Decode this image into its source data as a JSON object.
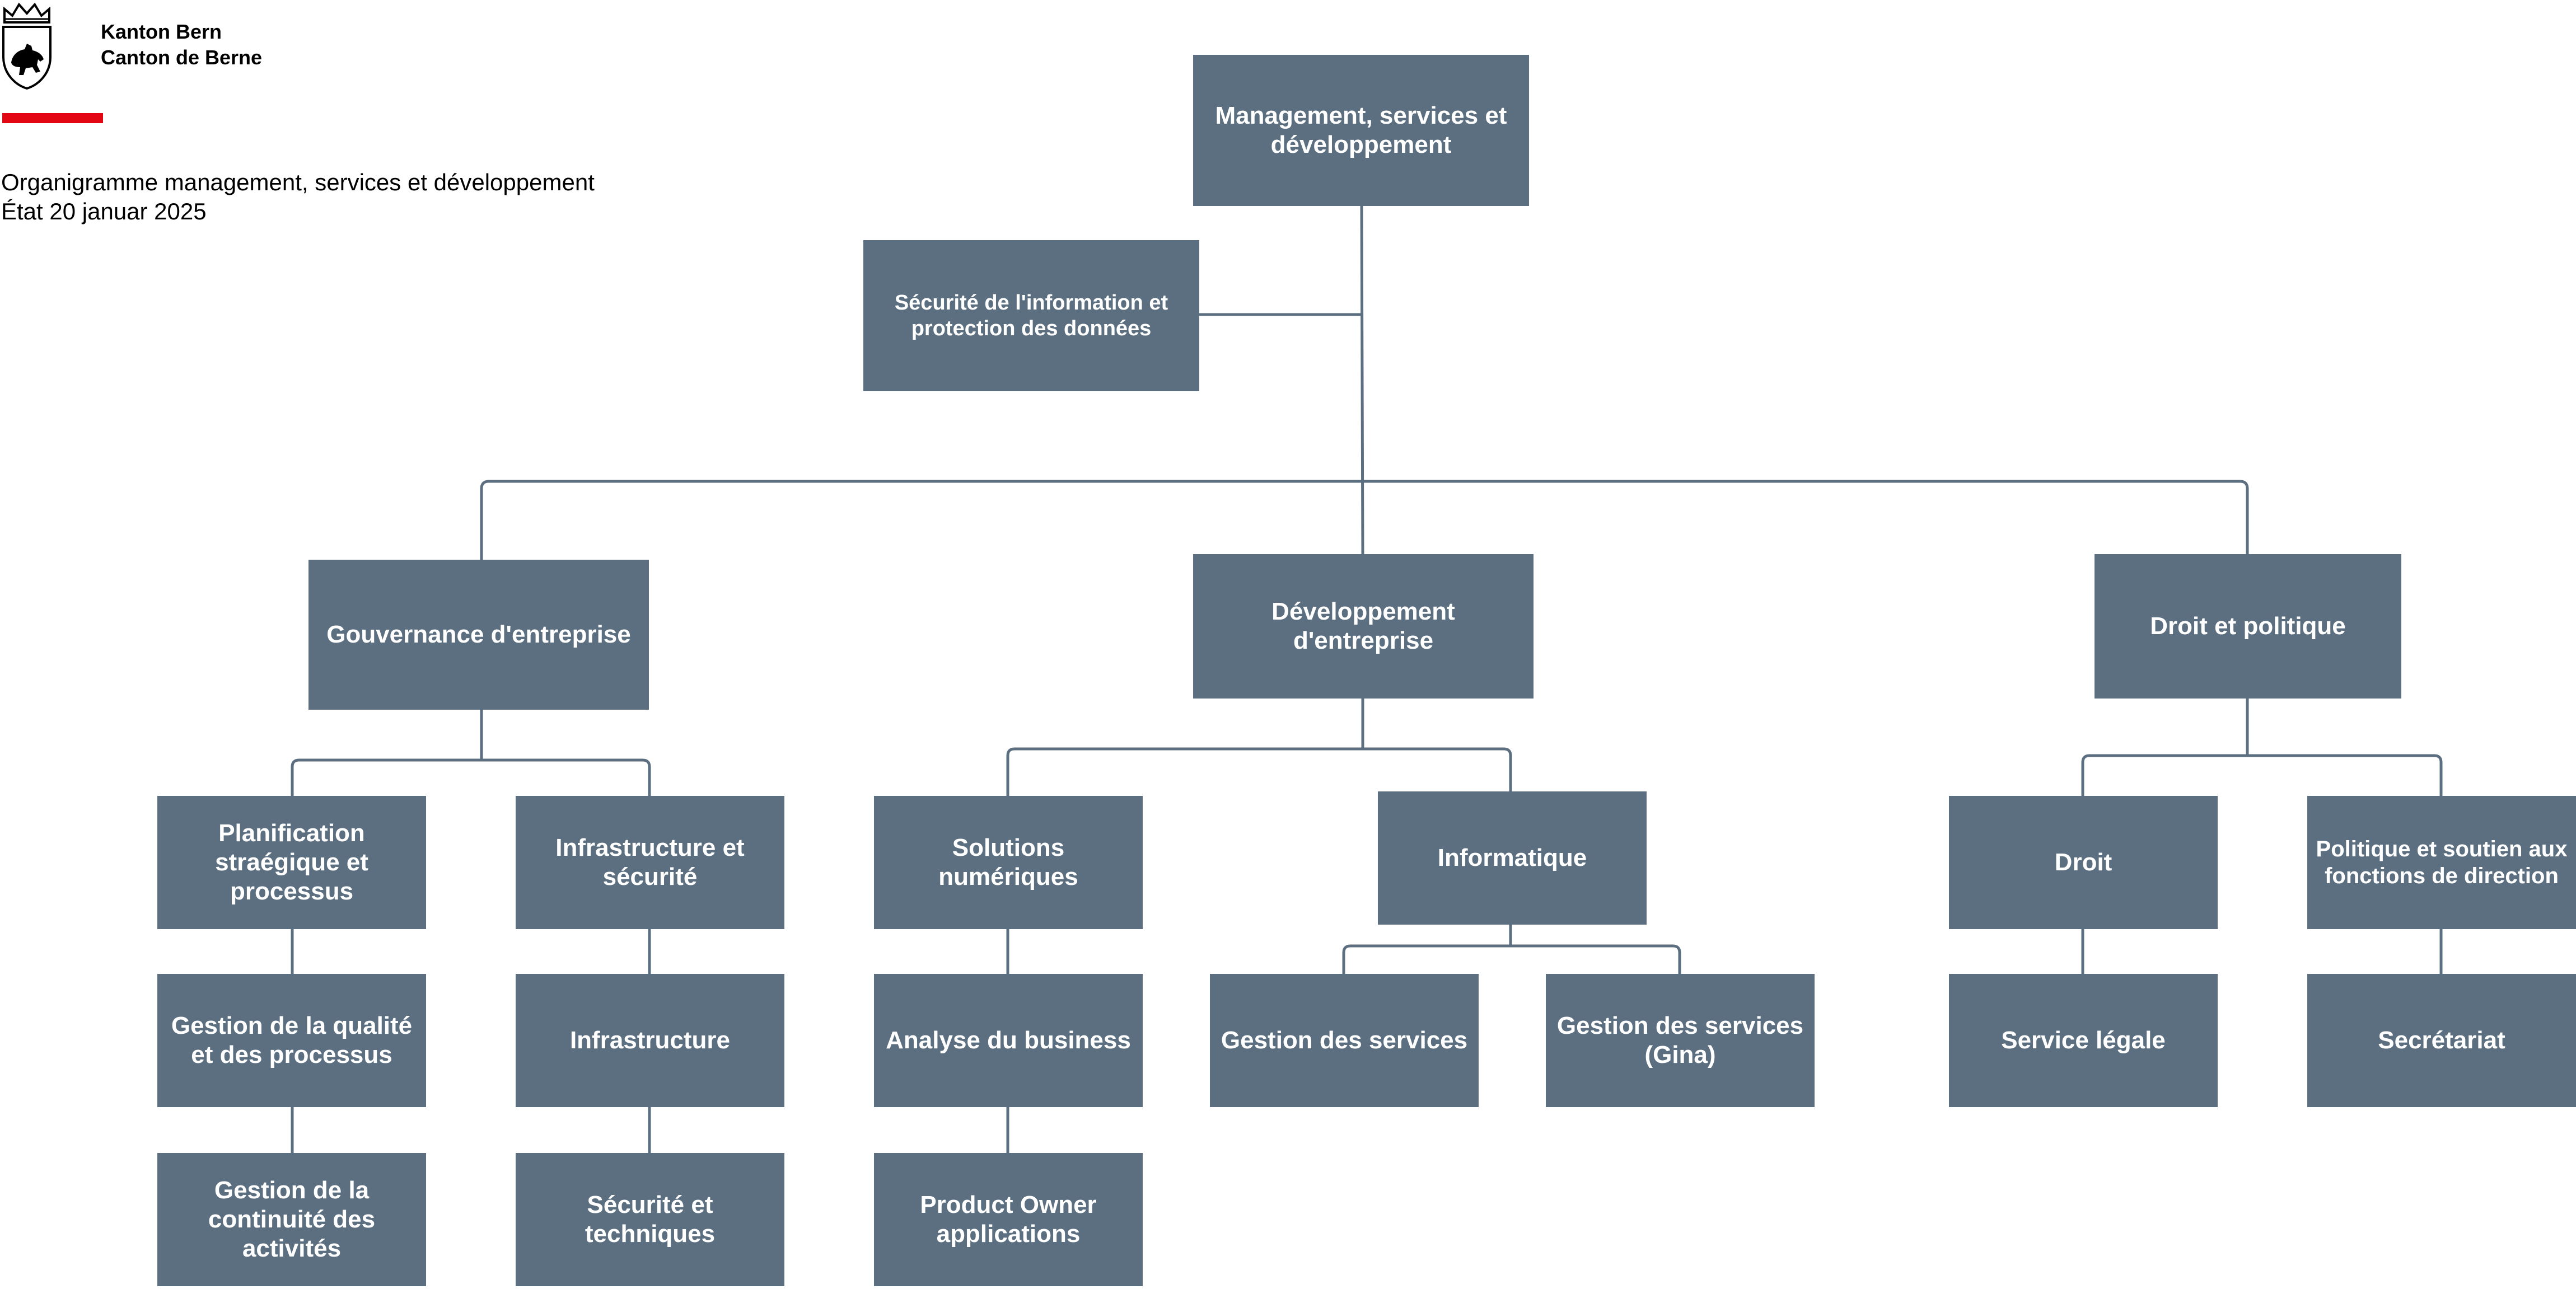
{
  "header": {
    "org_line1": "Kanton Bern",
    "org_line2": "Canton de Berne",
    "title_line1": "Organigramme management, services et développement",
    "title_line2": "État 20 januar 2025",
    "logo_icon": "bern-coat-of-arms-icon",
    "accent_color": "#e30613"
  },
  "colors": {
    "box": "#5b6f80",
    "connector": "#5b6f80",
    "text": "#ffffff"
  },
  "org": {
    "root": "Management, services et développement",
    "staff": "Sécurité de l'information et protection des données",
    "gov": "Gouvernance d'entreprise",
    "dev": "Développement d'entreprise",
    "law": "Droit et politique",
    "plan": "Planification straégique et processus",
    "quality": "Gestion de la qualité et des processus",
    "continuity": "Gestion de la continuité des activités",
    "infra_sec": "Infrastructure et sécurité",
    "infra": "Infrastructure",
    "sec_tech": "Sécurité et techniques",
    "digital": "Solutions numériques",
    "business": "Analyse du business",
    "po": "Product Owner applications",
    "it": "Informatique",
    "services": "Gestion des services",
    "services_gina": "Gestion des services (Gina)",
    "droit": "Droit",
    "legal": "Service légale",
    "politics": "Politique et soutien aux fonctions de direction",
    "secretariat": "Secrétariat"
  }
}
